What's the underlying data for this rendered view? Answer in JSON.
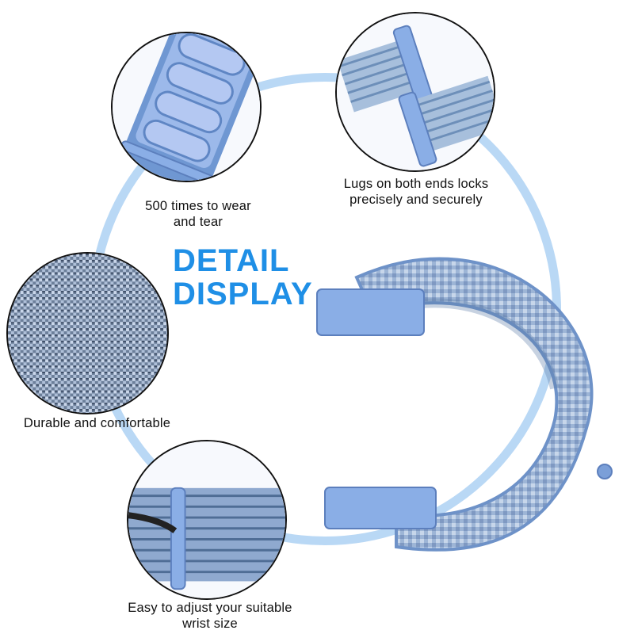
{
  "headline": {
    "line1": "DETAIL",
    "line2": "DISPLAY"
  },
  "features": [
    {
      "caption_line1": "500 times to wear",
      "caption_line2": "and tear",
      "icon": "loop-pads-icon"
    },
    {
      "caption_line1": "Lugs on both ends locks",
      "caption_line2": "precisely and securely",
      "icon": "lugs-icon"
    },
    {
      "caption_line1": "Durable and comfortable",
      "caption_line2": "",
      "icon": "weave-texture-icon"
    },
    {
      "caption_line1": "Easy to adjust your suitable",
      "caption_line2": "wrist size",
      "icon": "buckle-loop-icon"
    }
  ],
  "colors": {
    "accent": "#1f8fe6",
    "ring": "#b9d8f5",
    "band": "#7ea7dc",
    "lug": "#8aaee6"
  }
}
